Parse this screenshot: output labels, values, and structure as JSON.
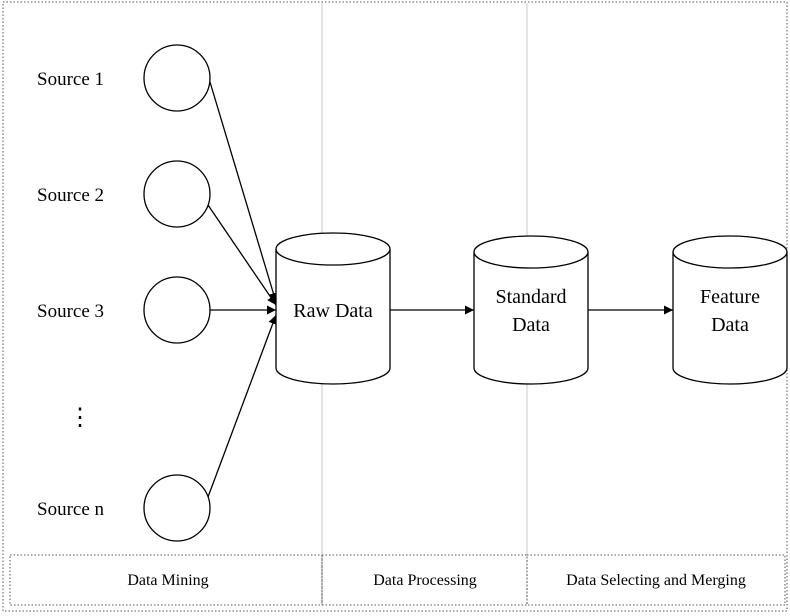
{
  "sources": [
    {
      "label": "Source 1"
    },
    {
      "label": "Source 2"
    },
    {
      "label": "Source 3"
    },
    {
      "label": "Source n"
    }
  ],
  "ellipsis": "⋮",
  "stores": {
    "raw": {
      "line1": "Raw Data",
      "line2": ""
    },
    "standard": {
      "line1": "Standard",
      "line2": "Data"
    },
    "feature": {
      "line1": "Feature",
      "line2": "Data"
    }
  },
  "phases": [
    {
      "label": "Data Mining"
    },
    {
      "label": "Data Processing"
    },
    {
      "label": "Data Selecting and Merging"
    }
  ]
}
